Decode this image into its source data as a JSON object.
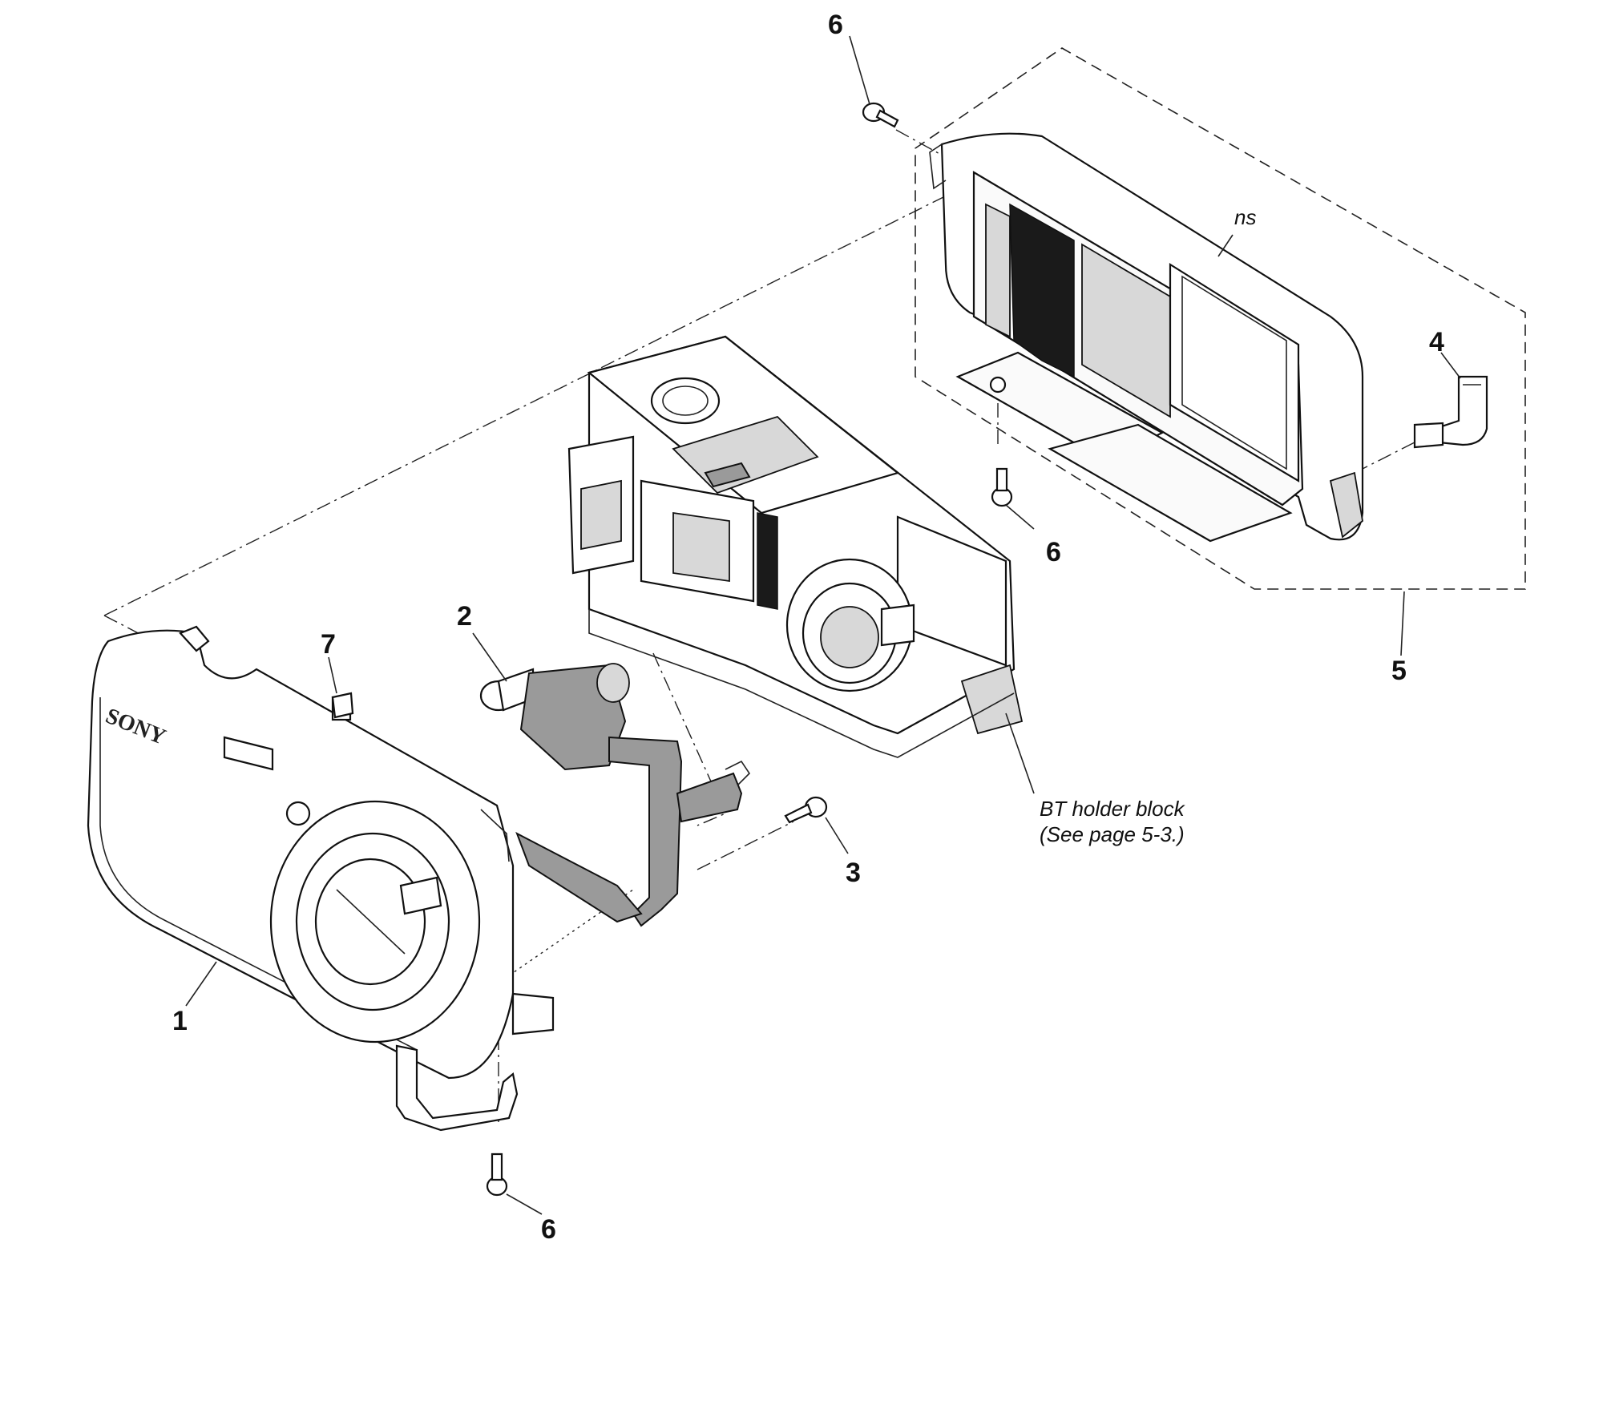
{
  "callouts": {
    "c1": "1",
    "c2": "2",
    "c3": "3",
    "c4": "4",
    "c5": "5",
    "c6a": "6",
    "c6b": "6",
    "c6c": "6",
    "c7": "7"
  },
  "notes": {
    "ns": "ns",
    "bt_holder": "BT holder block",
    "see_page": "(See page 5-3.)"
  },
  "brand": "SONY"
}
